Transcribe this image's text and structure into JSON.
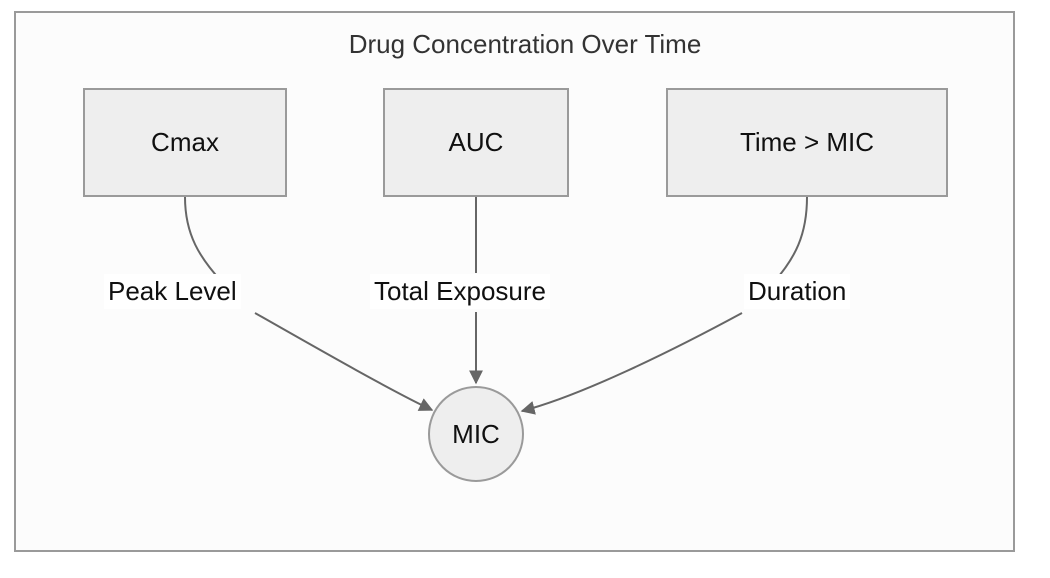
{
  "diagram": {
    "title": "Drug Concentration Over Time",
    "nodes": [
      {
        "id": "cmax",
        "label": "Cmax",
        "shape": "rectangle"
      },
      {
        "id": "auc",
        "label": "AUC",
        "shape": "rectangle"
      },
      {
        "id": "tmic",
        "label": "Time > MIC",
        "shape": "rectangle"
      },
      {
        "id": "mic",
        "label": "MIC",
        "shape": "circle"
      }
    ],
    "edges": [
      {
        "from": "cmax",
        "to": "mic",
        "label": "Peak Level"
      },
      {
        "from": "auc",
        "to": "mic",
        "label": "Total Exposure"
      },
      {
        "from": "tmic",
        "to": "mic",
        "label": "Duration"
      }
    ],
    "colors": {
      "node_fill": "#eeeeee",
      "node_stroke": "#9a9a9a",
      "edge_stroke": "#666666",
      "canvas_fill": "#fcfcfc",
      "text": "#101010",
      "title_text": "#333333"
    }
  }
}
